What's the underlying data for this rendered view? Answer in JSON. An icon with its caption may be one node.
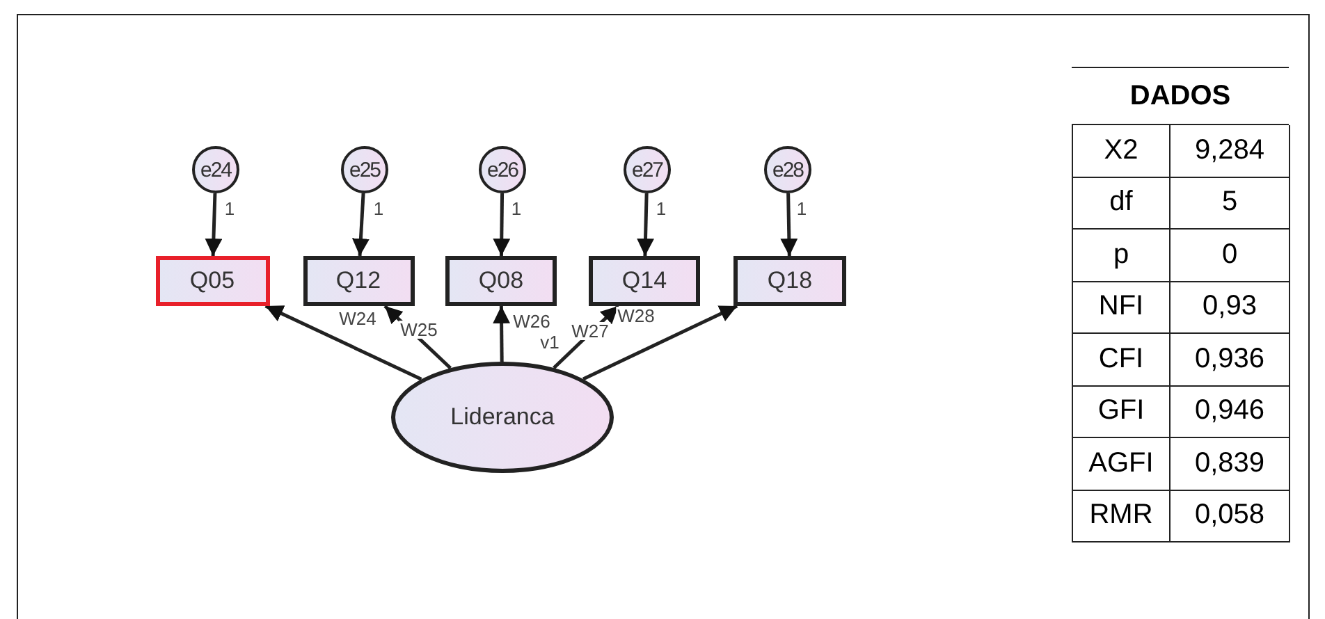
{
  "diagram": {
    "nodes": [
      {
        "text": [
          "e24"
        ]
      },
      {
        "text": [
          "e25"
        ]
      },
      {
        "text": [
          "e26"
        ]
      },
      {
        "text": [
          "e27"
        ]
      },
      {
        "text": [
          "e28"
        ]
      },
      {
        "text": [
          "Q05"
        ]
      },
      {
        "text": [
          "Q12"
        ]
      },
      {
        "text": [
          "Q08"
        ]
      },
      {
        "text": [
          "Q14"
        ]
      },
      {
        "text": [
          "Q18"
        ]
      },
      {
        "text": [
          "Lideranca"
        ]
      }
    ],
    "edges": [
      {
        "from": 0,
        "to": 5,
        "arrow": "to",
        "label": "1"
      },
      {
        "from": 1,
        "to": 6,
        "arrow": "to",
        "label": "1"
      },
      {
        "from": 2,
        "to": 7,
        "arrow": "to",
        "label": "1"
      },
      {
        "from": 3,
        "to": 8,
        "arrow": "to",
        "label": "1"
      },
      {
        "from": 4,
        "to": 9,
        "arrow": "to",
        "label": "1"
      },
      {
        "from": 10,
        "to": 5,
        "arrow": "to",
        "label": "W24"
      },
      {
        "from": 10,
        "to": 6,
        "arrow": "to",
        "label": "W25"
      },
      {
        "from": 10,
        "to": 7,
        "arrow": "to",
        "label": "W26"
      },
      {
        "from": 10,
        "to": 8,
        "arrow": "to",
        "label": "W27"
      },
      {
        "from": 10,
        "to": 9,
        "arrow": "to",
        "label": "W28"
      }
    ],
    "labels": [
      "v1",
      "DADOS",
      "X2",
      "9,284",
      "df",
      "5",
      "p",
      "0",
      "NFI",
      "0,93",
      "CFI",
      "0,936",
      "GFI",
      "0,946",
      "AGFI",
      "0,839",
      "RMR",
      "0,058"
    ]
  }
}
